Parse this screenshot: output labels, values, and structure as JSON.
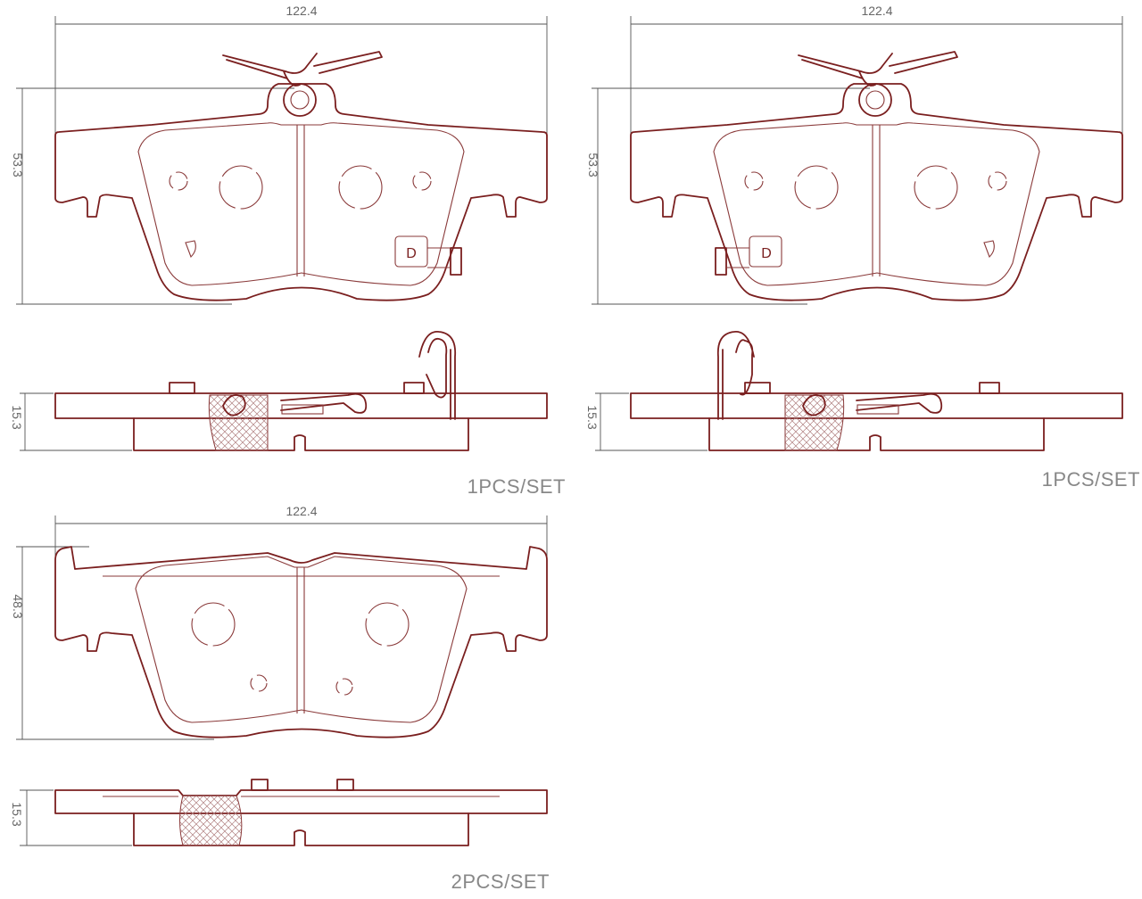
{
  "panels": [
    {
      "width_label": "122.4",
      "height_label": "53.3",
      "thickness_label": "15.3",
      "set_label": "1PCS/SET"
    },
    {
      "width_label": "122.4",
      "height_label": "53.3",
      "thickness_label": "15.3",
      "set_label": "1PCS/SET"
    },
    {
      "width_label": "122.4",
      "height_label": "48.3",
      "thickness_label": "15.3",
      "set_label": "2PCS/SET"
    }
  ],
  "wear_indicator_glyph": "D",
  "colors": {
    "outline": "#7a1f1f",
    "dimension": "#555555",
    "label": "#888888"
  }
}
